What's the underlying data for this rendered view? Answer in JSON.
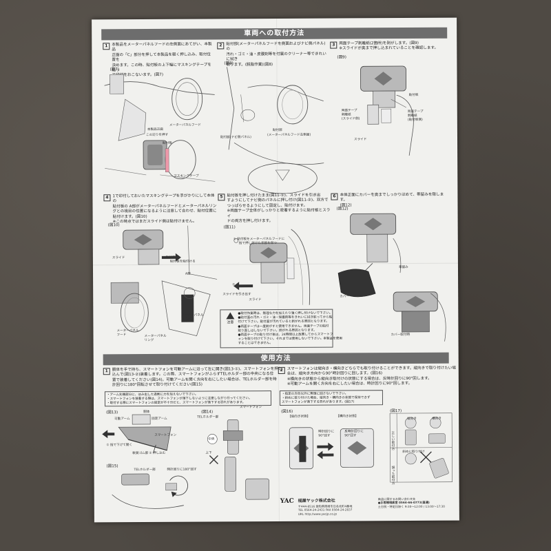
{
  "section_install": {
    "title": "車両への取付方法",
    "steps": [
      {
        "num": "1",
        "lines": [
          "本製品をメーターパネルフードの左側面にあてがい、本製品",
          "正面の「C」部分を押して本製品を軽く押し込み、取付位置を",
          "決めます。この時、貼付板の上下幅にマスキングテープを貼っ",
          "て印付をおこないます。(図7)"
        ],
        "fig": "(図7)",
        "callouts": [
          "本製品正面",
          "メーターパネルフード",
          "この辺りを押す",
          "貼付板",
          "マスキングテープ"
        ]
      },
      {
        "num": "2",
        "lines": [
          "貼付部(メーターパネルフードを側面およびナビ側パネル)の",
          "汚れ・ゴミ・油・皮膜剤等を付属のクリーナー等できれいに拭き",
          "取ります。(脱脂作業)(図8)"
        ],
        "fig": "(図8)",
        "callouts": [
          "貼付部(ナビ側パネル)",
          "貼付部",
          "(メーターパネルフード左側面)"
        ]
      },
      {
        "num": "3",
        "lines": [
          "両面テープ剥離紙(2箇所)を剥がします。(図9)",
          "※スライドが奥まで押し込まれていることを確認します。"
        ],
        "fig": "(図9)",
        "callouts": [
          "貼付板",
          "両面テープ",
          "剥離紙",
          "(スライド側)",
          "両面テープ",
          "剥離紙",
          "(貼付板側)",
          "スライド"
        ]
      },
      {
        "num": "4",
        "lines": [
          "1で印付しておいたマスキングテープを手がかりにして本体の",
          "貼付板の A部がメーターパネルフードとメーターパネルリン",
          "グとの境目の位置になるように注意して合わせ、貼付位置に",
          "貼付けます。(図10)",
          "※この時点ではまだスライド側は貼付けません。"
        ],
        "fig": "(図10)",
        "callouts": [
          "貼付板",
          "スライド",
          "貼付板を貼付ける",
          "A部",
          "メーターパネル",
          "リング",
          "メーターパネル",
          "フード",
          "メーターパネル",
          "リング"
        ]
      },
      {
        "num": "5",
        "lines": [
          "貼付板を押し付けたまま(図11-①)、スライドを引き出",
          "すようにしてナビ側のパネルに押し付け(図11-②)、双方で",
          "つっぱらせるようにして固定し、貼付けます。",
          "※両面テープ全体がしっかりと密着するように貼付板とスライ",
          "ドの両方を押し付けます。"
        ],
        "fig": "(図11)",
        "callouts": [
          "① 貼付板をメーターパネルフードに",
          "指で押し付けた状態を保つ",
          "②",
          "スライドを引き出す",
          "スライド"
        ]
      },
      {
        "num": "6",
        "lines": [
          "本体正面にカバーを奥までしっかりはめて、帯留みを隠します。",
          "(図12)"
        ],
        "fig": "(図12)",
        "callouts": [
          "帯留み",
          "カバー",
          "カバー取付時"
        ]
      }
    ],
    "caution": {
      "mark": "注意",
      "lines": [
        "●取付作業時は、無理な力を加えたり強く押し付けないで下さい。",
        "●貼付面の汚れ・ゴミ・油・保護剤等をきれいに拭き取ってから貼",
        "付けて下さい。貼付面が汚れていると剥がれる原因となります。",
        "●両面テープは一度剥がすと使用できません。両面テープの貼付",
        "貼り直しはしないで下さい。剥がれる原因となります。",
        "●両面テープの貼り付け後は、24時間以上放置してからスマートフ",
        "ォンを取り付けて下さい。それまでは使用しないで下さい。本製品を使用",
        "することはできません。"
      ]
    }
  },
  "section_usage": {
    "title": "使用方法",
    "steps": [
      {
        "num": "1",
        "lines": [
          "胴体を手で持ち、スマートフォンを可動アームに沿って左に開き(図13-①)、スマートフォンを押し",
          "込んで(図13-②)装着します。この際、スマートフォンがふらずTELホルダー部の中央になる位",
          "置で装着してください(図14)。可動アームを開く方向を右にしたい場合は、TELホルダー部を時",
          "計回りに180°回転させて取り付けてください(図15)"
        ],
        "note_lines": [
          "・アーム先端部分に、はみ出した過剰に力を加えないで下さい。",
          "・スマートフォンを装着する際は、スマートフォンが落下しないように注意しながら行ってください。",
          "・取付する際にスマートフォンの固定が不十分だと、スマートフォンが落下する恐れがあります。"
        ],
        "figs": [
          "(図13)",
          "(図14)",
          "(図15)"
        ],
        "callouts": [
          "可動アーム",
          "胴体",
          "固定アーム",
          "スマートフォン",
          "① 指で下げて開く",
          "軟質ゴム部",
          "② 押し込む",
          "TELホルダー部",
          "スマートフォン",
          "中央",
          "上下",
          "TELホルダー部",
          "時計回りに180°回す"
        ]
      },
      {
        "num": "2",
        "lines": [
          "スマートフォンは縦向き・横向きどちらでも取り付けることができます。縦向きで取り付けたい場",
          "合は、縦向き方向から90°時計回りに回します。(図16)",
          "※横向きの状態から縦向き取付けの状態にする場合は、反時計回りに90°回します。",
          "※可動アームを開く方向を右にしたい場合は、時計回りに90°回します。"
        ],
        "note_lines": [
          "・指定の方向以外に無理に回さないで下さい。",
          "・斜めに取り付けた場合、縦向き・横向きの状態で保持できず",
          "スマートフォンが落下する恐れがあります。(図17)"
        ],
        "figs": [
          "(図16)",
          "(図17)"
        ],
        "callouts": [
          "【縦向き状態】",
          "【横向き状態】",
          "時計回りに",
          "90°回す",
          "反時計回りに",
          "90°回す",
          "縦向き",
          "横向き",
          "正しい取付方",
          "斜めに取り付け",
          "誤った取付方"
        ]
      }
    ]
  },
  "footer": {
    "brand_logo": "YAC",
    "brand_name": "槌屋ヤック株式会社",
    "address_lines": [
      "〒444-8516 愛知県岡崎市日名北町4番地",
      "TEL 0564-24-2431  FAX 0564-24-2837",
      "URL http://www.yacjp.co.jp"
    ],
    "contact_lines": [
      "商品に関するお問い合わせ先",
      "●お客様相談室 0564-66-0773(直通)",
      "土日祝・特定日除く 9:30〜12:00 / 13:00〜17:30"
    ]
  }
}
